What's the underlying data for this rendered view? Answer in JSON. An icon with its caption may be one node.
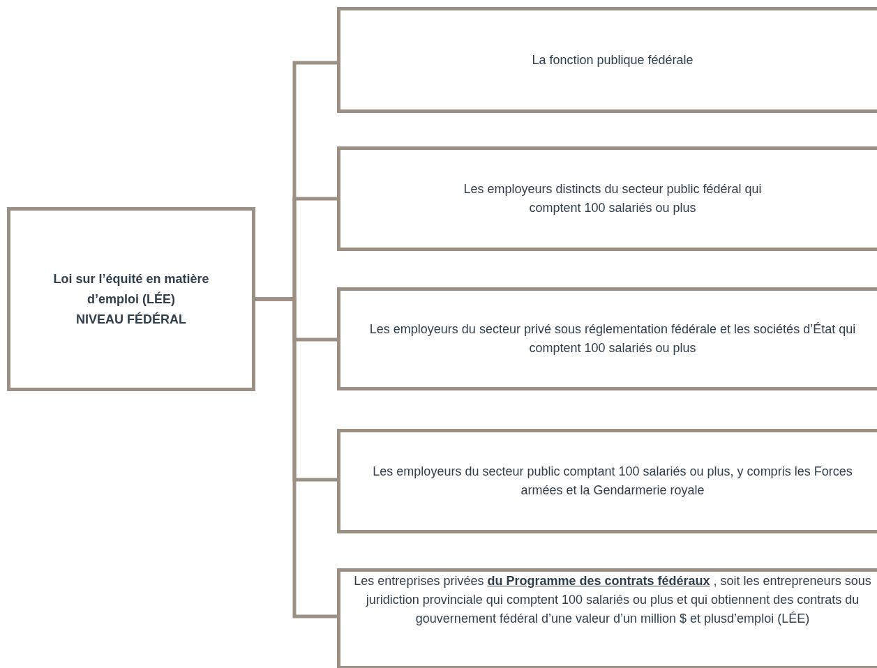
{
  "diagram": {
    "nodes": [
      {
        "text": [
          "Loi sur l’équité en matière d’emploi (LÉE)",
          "NIVEAU FÉDÉRAL"
        ]
      },
      {
        "text": [
          "La fonction publique fédérale"
        ]
      },
      {
        "text": [
          "Les employeurs distincts du secteur public fédéral qui comptent 100 salariés ou plus"
        ]
      },
      {
        "text": [
          "Les employeurs du secteur privé sous réglementation fédérale et les sociétés d’État qui comptent 100 salariés ou plus"
        ]
      },
      {
        "text": [
          "Les employeurs du secteur public comptant 100 salariés ou plus, y compris les Forces armées et la Gendarmerie royale"
        ]
      },
      {
        "text": [
          "Les entreprises privées **du Programme des contrats fédéraux** , soit les entrepreneurs sous juridiction provinciale qui comptent 100 salariés ou plus et qui obtiennent des contrats du gouvernement fédéral d’une valeur d’un million $ et plusd’emploi (LÉE)"
        ]
      }
    ],
    "edges": [
      {
        "from": 0,
        "to": 1,
        "arrow": "none"
      },
      {
        "from": 0,
        "to": 2,
        "arrow": "none"
      },
      {
        "from": 0,
        "to": 3,
        "arrow": "none"
      },
      {
        "from": 0,
        "to": 4,
        "arrow": "none"
      },
      {
        "from": 0,
        "to": 5,
        "arrow": "none"
      }
    ]
  }
}
